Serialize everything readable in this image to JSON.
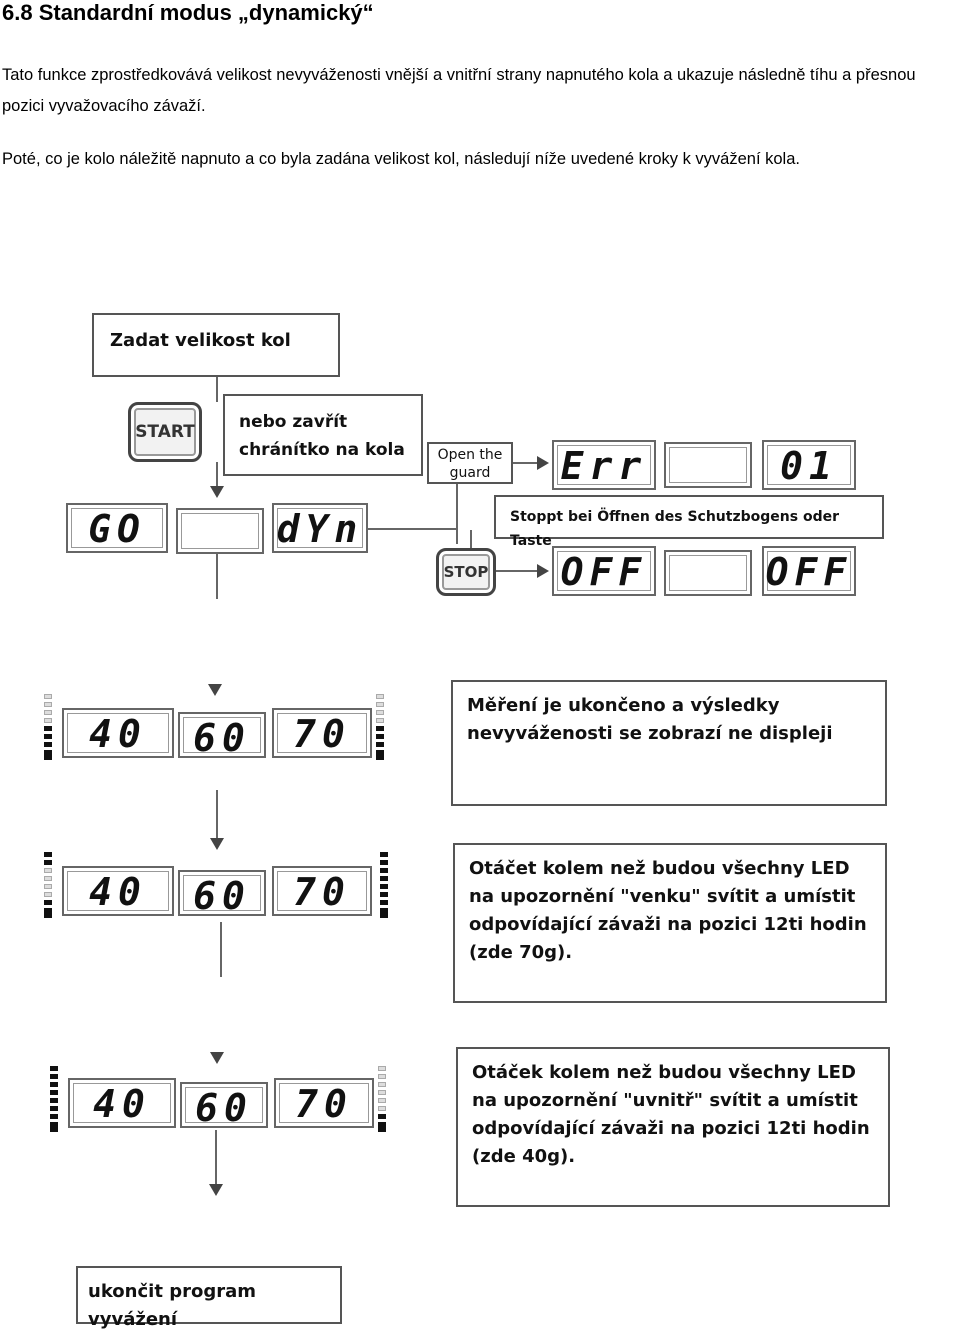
{
  "heading": "6.8 Standardní modus „dynamický“",
  "paragraphs": [
    "Tato funkce zprostředkovává velikost nevyváženosti vnější a vnitřní strany napnutého kola a ukazuje následně tíhu a přesnou pozici vyvažovacího závaží.",
    "Poté, co je kolo náležitě napnuto a co byla zadána velikost kol, následují níže uvedené kroky k vyvážení kola."
  ],
  "diagram": {
    "enter_size": "Zadat velikost kol",
    "start_button": "START",
    "or_close": "nebo zavřít chránítko na kola",
    "open_guard": "Open the guard",
    "display_go": "GO",
    "display_dyn": "dYn",
    "display_err": "Err",
    "display_err_code": "01",
    "stop_message": "Stoppt bei Öffnen des Schutzbogens oder Taste",
    "stop_button": "STOP",
    "display_off_left": "OFF",
    "display_off_right": "OFF",
    "result_left": "40",
    "result_center": "60",
    "result_right": "70",
    "step1_text": "Měření je ukončeno a výsledky nevyváženosti se zobrazí ne displeji",
    "step2_text": "Otáčet kolem než budou všechny LED na upozornění \"venku\" svítit a umístit odpovídající závaži na pozici 12ti hodin (zde 70g).",
    "step3_text": "Otáček kolem než budou všechny LED na upozornění \"uvnitř\" svítit a umístit odpovídající závaži na pozici 12ti hodin (zde 40g).",
    "end_program": "ukončit program vyvážení"
  }
}
